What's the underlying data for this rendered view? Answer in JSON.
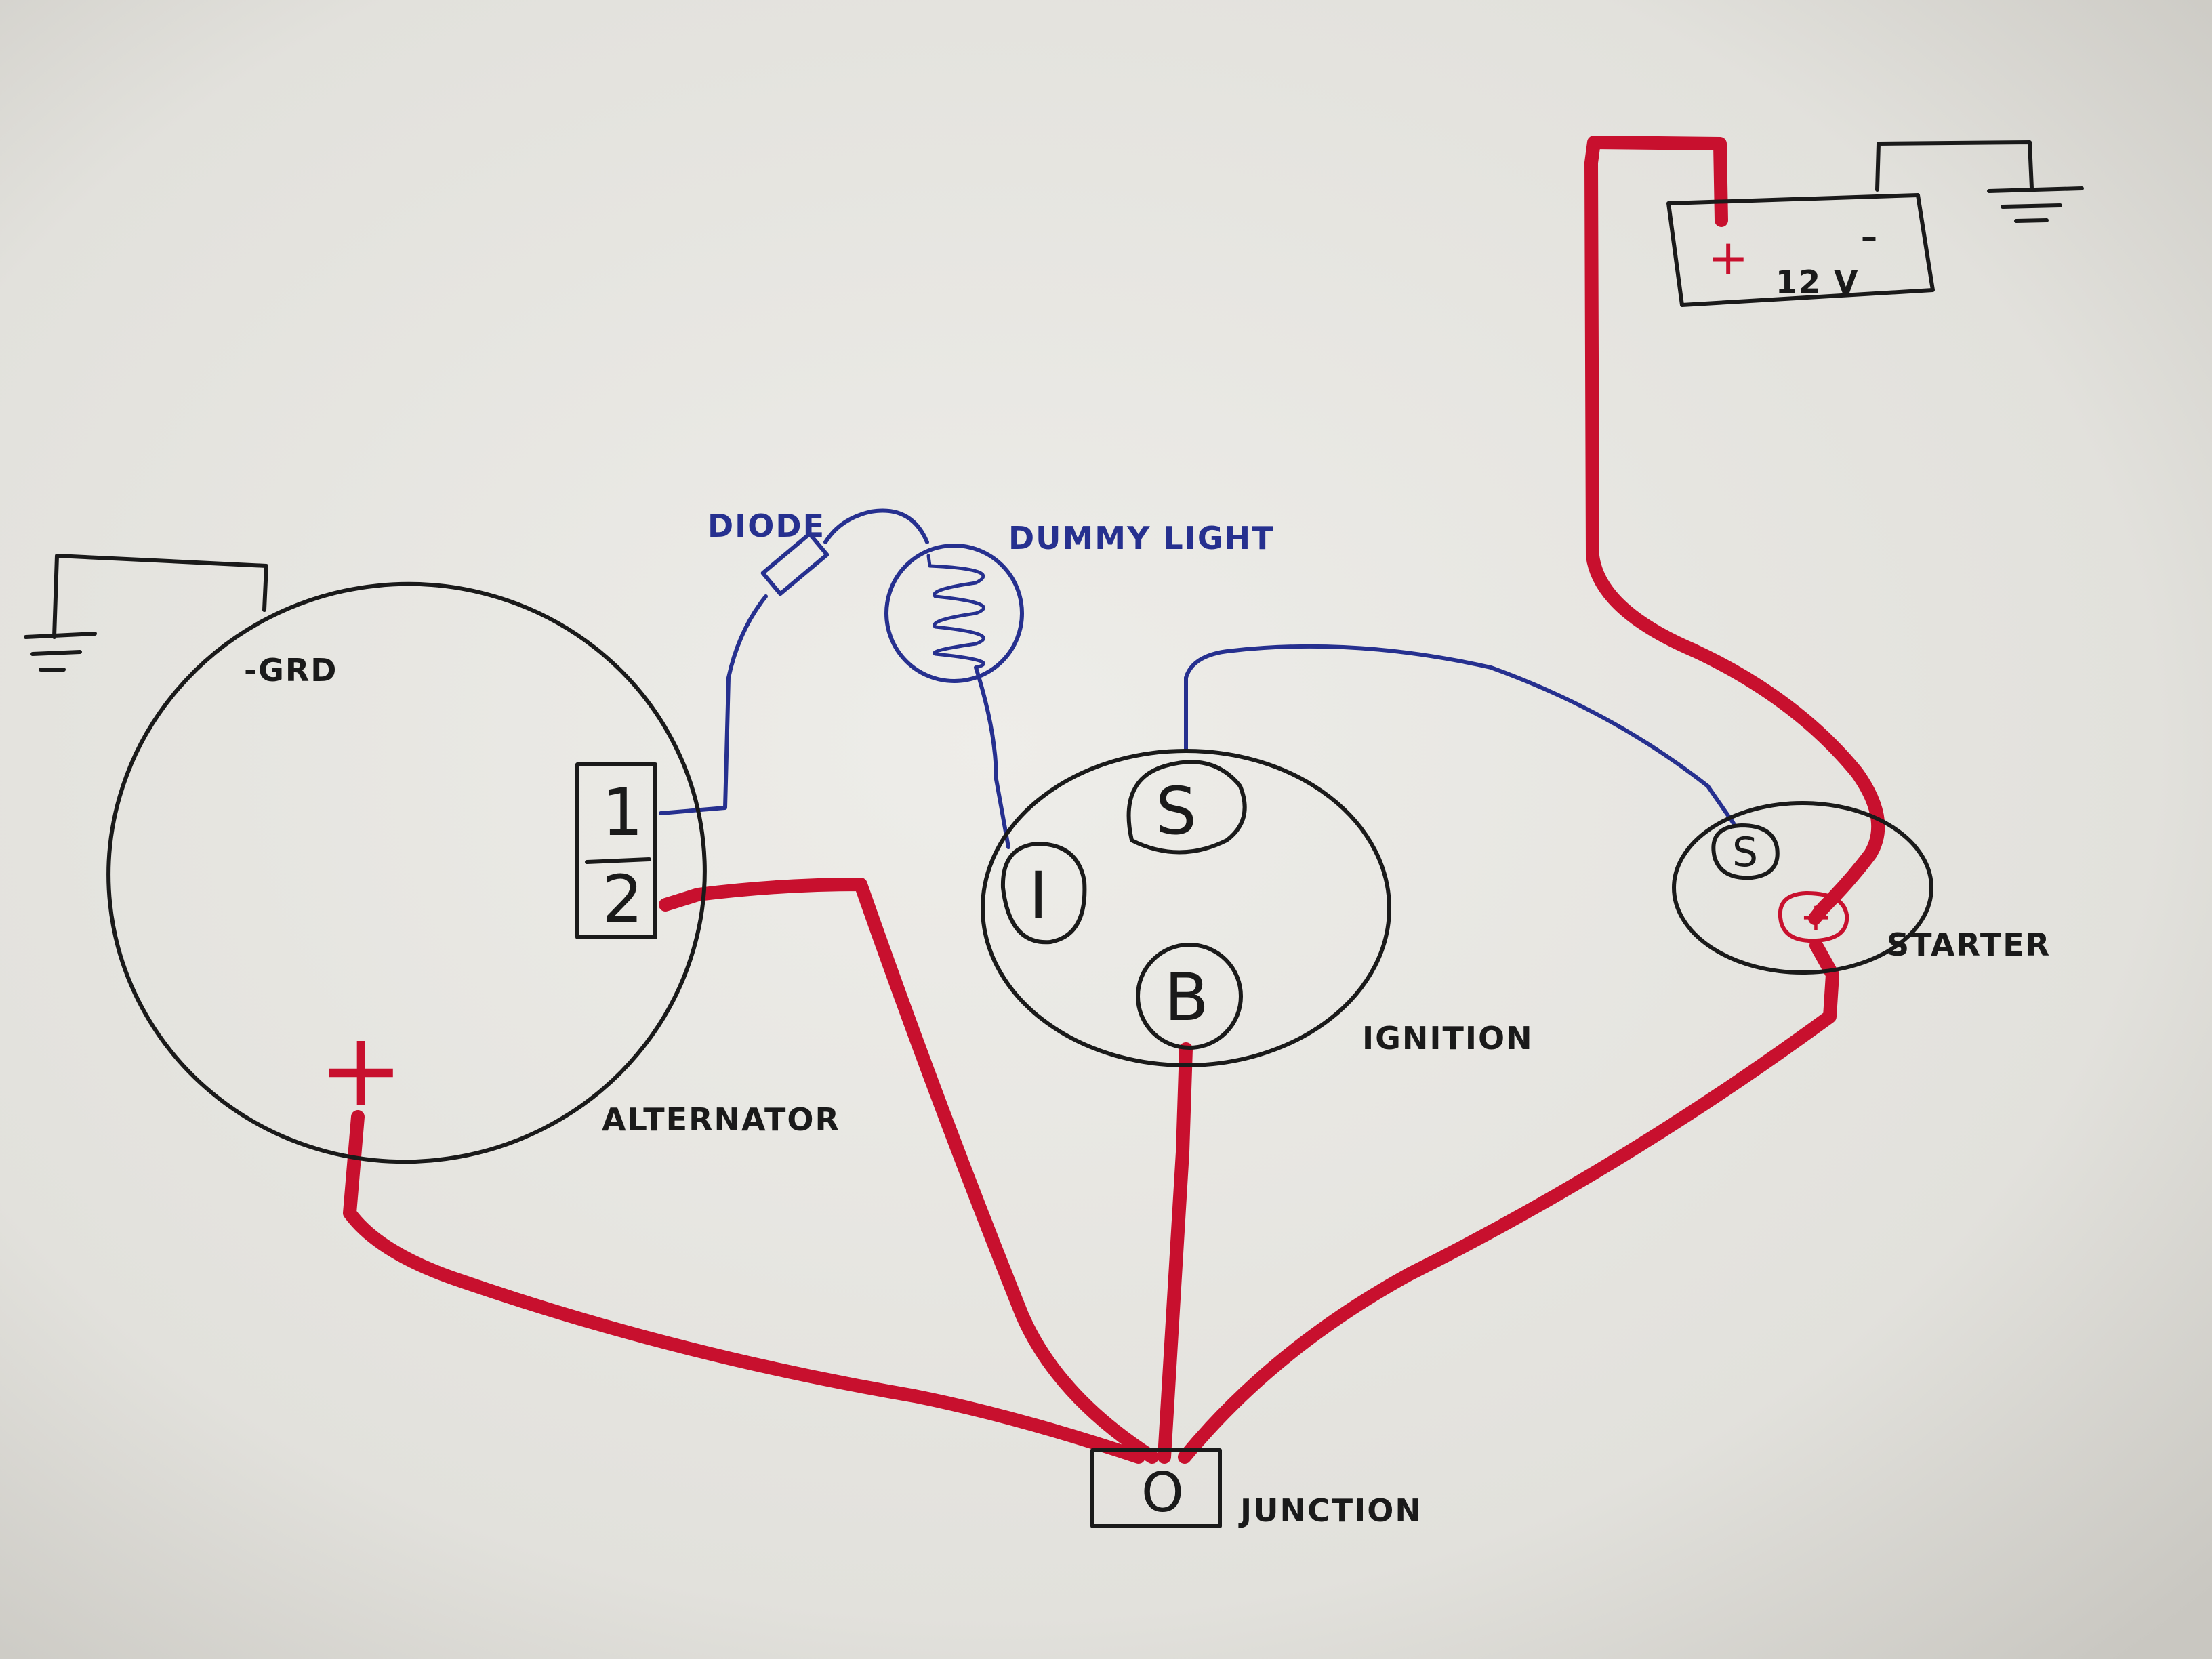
{
  "colors": {
    "paper": "#e9e8e4",
    "ink_black": "#1a1a1a",
    "ink_red": "#c8102e",
    "ink_blue": "#26308f"
  },
  "labels": {
    "diode": "DIODE",
    "dummy_light": "DUMMY LIGHT",
    "ground": "-GRD",
    "alternator": "ALTERNATOR",
    "ignition": "IGNITION",
    "starter": "STARTER",
    "junction": "JUNCTION",
    "battery_voltage": "12 V"
  },
  "terminals": {
    "alt_1": "1",
    "alt_2": "2",
    "alt_plus": "+",
    "ign_s": "S",
    "ign_i": "I",
    "ign_b": "B",
    "starter_s": "S",
    "starter_plus": "+",
    "junction_post": "O",
    "battery_plus": "+",
    "battery_minus": "-"
  }
}
